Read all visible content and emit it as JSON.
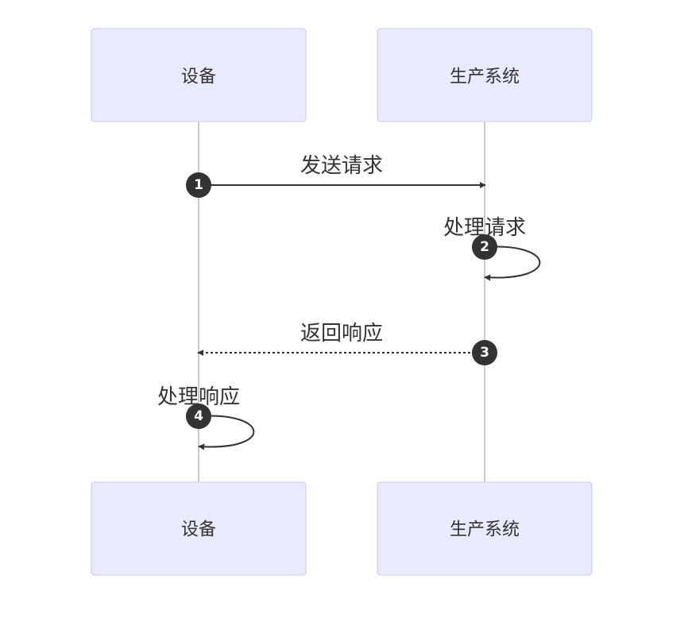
{
  "participants": [
    {
      "id": "device",
      "label": "设备"
    },
    {
      "id": "system",
      "label": "生产系统"
    }
  ],
  "messages": [
    {
      "seq": "1",
      "from": "device",
      "to": "system",
      "label": "发送请求",
      "style": "solid"
    },
    {
      "seq": "2",
      "from": "system",
      "to": "system",
      "label": "处理请求",
      "style": "solid"
    },
    {
      "seq": "3",
      "from": "system",
      "to": "device",
      "label": "返回响应",
      "style": "dashed"
    },
    {
      "seq": "4",
      "from": "device",
      "to": "device",
      "label": "处理响应",
      "style": "solid"
    }
  ],
  "colors": {
    "actor_fill": "#eaeaff",
    "actor_border": "#c8c8f0",
    "line": "#333333",
    "lifeline": "#999999",
    "text": "#333333"
  }
}
